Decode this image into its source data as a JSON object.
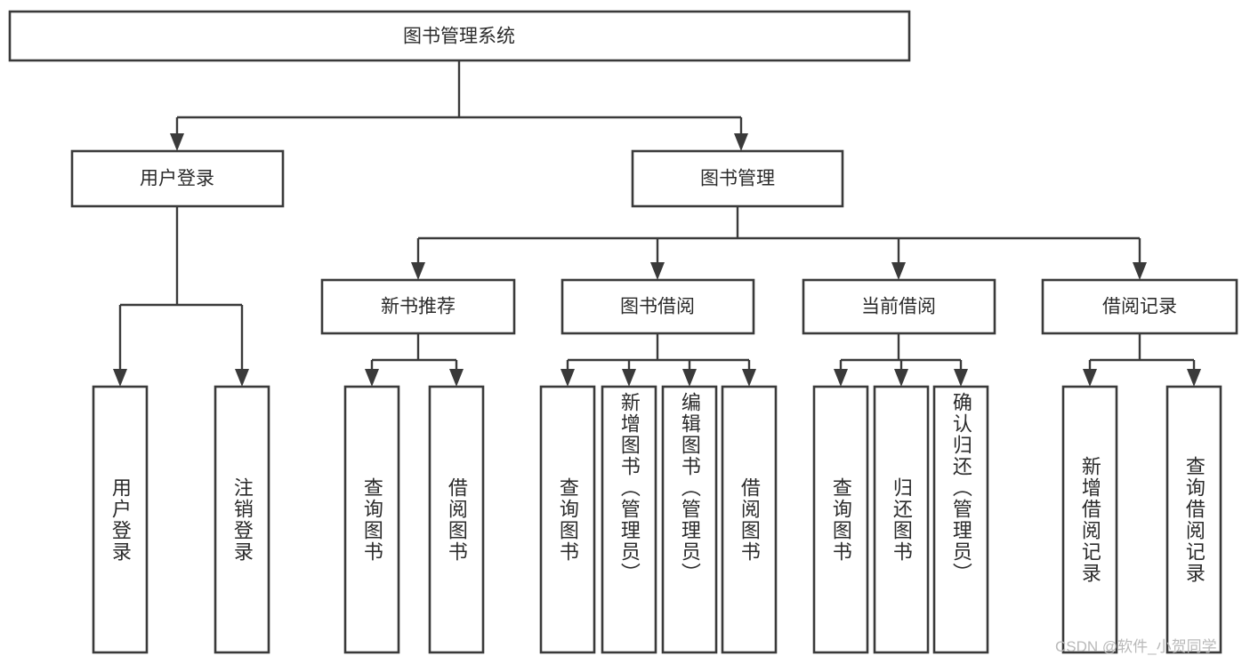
{
  "diagram": {
    "type": "tree-hierarchy",
    "title": "图书管理系统",
    "watermark": "CSDN @软件_小贺同学",
    "colors": {
      "box_stroke": "#3a3a3a",
      "box_fill": "#ffffff",
      "connector": "#3a3a3a",
      "text": "#2b2b2b",
      "watermark": "#b9b9b9",
      "background": "#ffffff"
    },
    "root": {
      "id": "root",
      "label": "图书管理系统"
    },
    "level2": [
      {
        "id": "user-login",
        "label": "用户登录"
      },
      {
        "id": "book-manage",
        "label": "图书管理"
      }
    ],
    "level3": [
      {
        "id": "new-book-recommend",
        "label": "新书推荐",
        "parent": "book-manage"
      },
      {
        "id": "book-borrow",
        "label": "图书借阅",
        "parent": "book-manage"
      },
      {
        "id": "current-borrow",
        "label": "当前借阅",
        "parent": "book-manage"
      },
      {
        "id": "borrow-record",
        "label": "借阅记录",
        "parent": "book-manage"
      }
    ],
    "leaves": [
      {
        "id": "leaf-user-login",
        "label": "用户登录",
        "parent": "user-login"
      },
      {
        "id": "leaf-logout-login",
        "label": "注销登录",
        "parent": "user-login"
      },
      {
        "id": "leaf-query-book-1",
        "label": "查询图书",
        "parent": "new-book-recommend"
      },
      {
        "id": "leaf-borrow-book-1",
        "label": "借阅图书",
        "parent": "new-book-recommend"
      },
      {
        "id": "leaf-query-book-2",
        "label": "查询图书",
        "parent": "book-borrow"
      },
      {
        "id": "leaf-add-book",
        "label": "新增图书（管理员）",
        "parent": "book-borrow"
      },
      {
        "id": "leaf-edit-book",
        "label": "编辑图书（管理员）",
        "parent": "book-borrow"
      },
      {
        "id": "leaf-borrow-book-2",
        "label": "借阅图书",
        "parent": "book-borrow"
      },
      {
        "id": "leaf-query-book-3",
        "label": "查询图书",
        "parent": "current-borrow"
      },
      {
        "id": "leaf-return-book",
        "label": "归还图书",
        "parent": "current-borrow"
      },
      {
        "id": "leaf-confirm-return",
        "label": "确认归还（管理员）",
        "parent": "current-borrow"
      },
      {
        "id": "leaf-add-record",
        "label": "新增借阅记录",
        "parent": "borrow-record"
      },
      {
        "id": "leaf-query-record",
        "label": "查询借阅记录",
        "parent": "borrow-record"
      }
    ]
  }
}
